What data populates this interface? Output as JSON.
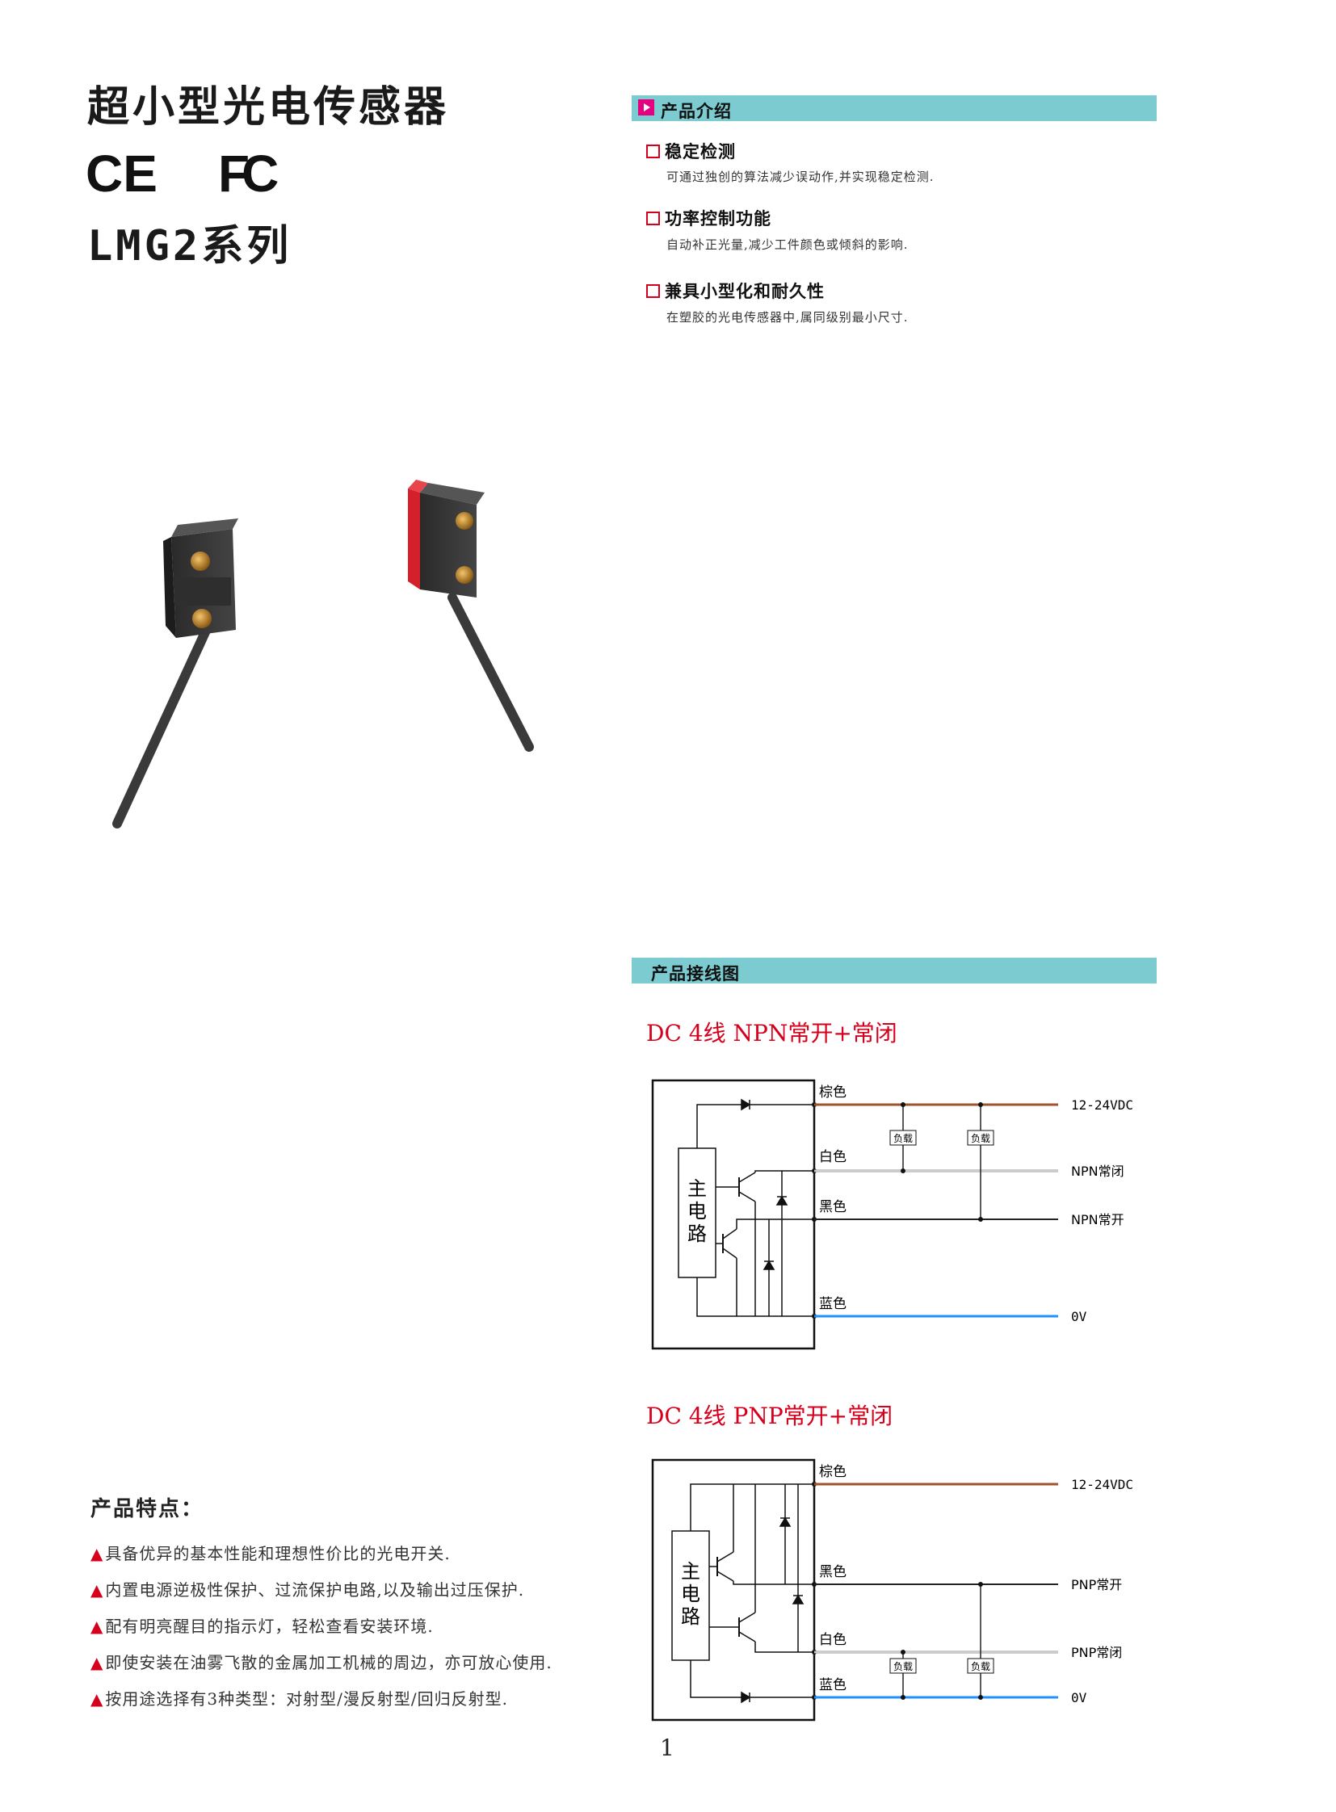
{
  "header": {
    "title": "超小型光电传感器",
    "series": "LMG2系列",
    "cert_ce": "CE",
    "cert_fc": "FC"
  },
  "intro": {
    "bar_label": "产品介绍",
    "features": [
      {
        "title": "稳定检测",
        "desc": "可通过独创的算法减少误动作,并实现稳定检测."
      },
      {
        "title": "功率控制功能",
        "desc": "自动补正光量,减少工件颜色或倾斜的影响."
      },
      {
        "title": "兼具小型化和耐久性",
        "desc": "在塑胶的光电传感器中,属同级别最小尺寸."
      }
    ]
  },
  "wiring": {
    "bar_label": "产品接线图",
    "npn": {
      "title": "DC 4线 NPN常开+常闭",
      "wires": [
        {
          "color_label": "棕色",
          "terminal": "12-24VDC"
        },
        {
          "color_label": "白色",
          "terminal": "NPN常闭"
        },
        {
          "color_label": "黑色",
          "terminal": "NPN常开"
        },
        {
          "color_label": "蓝色",
          "terminal": "0V"
        }
      ],
      "circuit_label": [
        "主",
        "电",
        "路"
      ],
      "load_label": "负载"
    },
    "pnp": {
      "title": "DC 4线 PNP常开+常闭",
      "wires": [
        {
          "color_label": "棕色",
          "terminal": "12-24VDC"
        },
        {
          "color_label": "黑色",
          "terminal": "PNP常开"
        },
        {
          "color_label": "白色",
          "terminal": "PNP常闭"
        },
        {
          "color_label": "蓝色",
          "terminal": "0V"
        }
      ],
      "circuit_label": [
        "主",
        "电",
        "路"
      ],
      "load_label": "负载"
    },
    "colors": {
      "brown": "#a0522d",
      "blue": "#1e90ff",
      "white_wire": "#999999",
      "black": "#222222"
    }
  },
  "features_list": {
    "title": "产品特点：",
    "items": [
      "具备优异的基本性能和理想性价比的光电开关.",
      "内置电源逆极性保护、过流保护电路,以及输出过压保护.",
      "配有明亮醒目的指示灯，轻松查看安装环境.",
      "即使安装在油雾飞散的金属加工机械的周边，亦可放心使用.",
      "按用途选择有3种类型：对射型/漫反射型/回归反射型."
    ]
  },
  "page_number": "1",
  "accent_colors": {
    "bar": "#7ccbd0",
    "red": "#d6001c",
    "magenta": "#e4007f"
  }
}
